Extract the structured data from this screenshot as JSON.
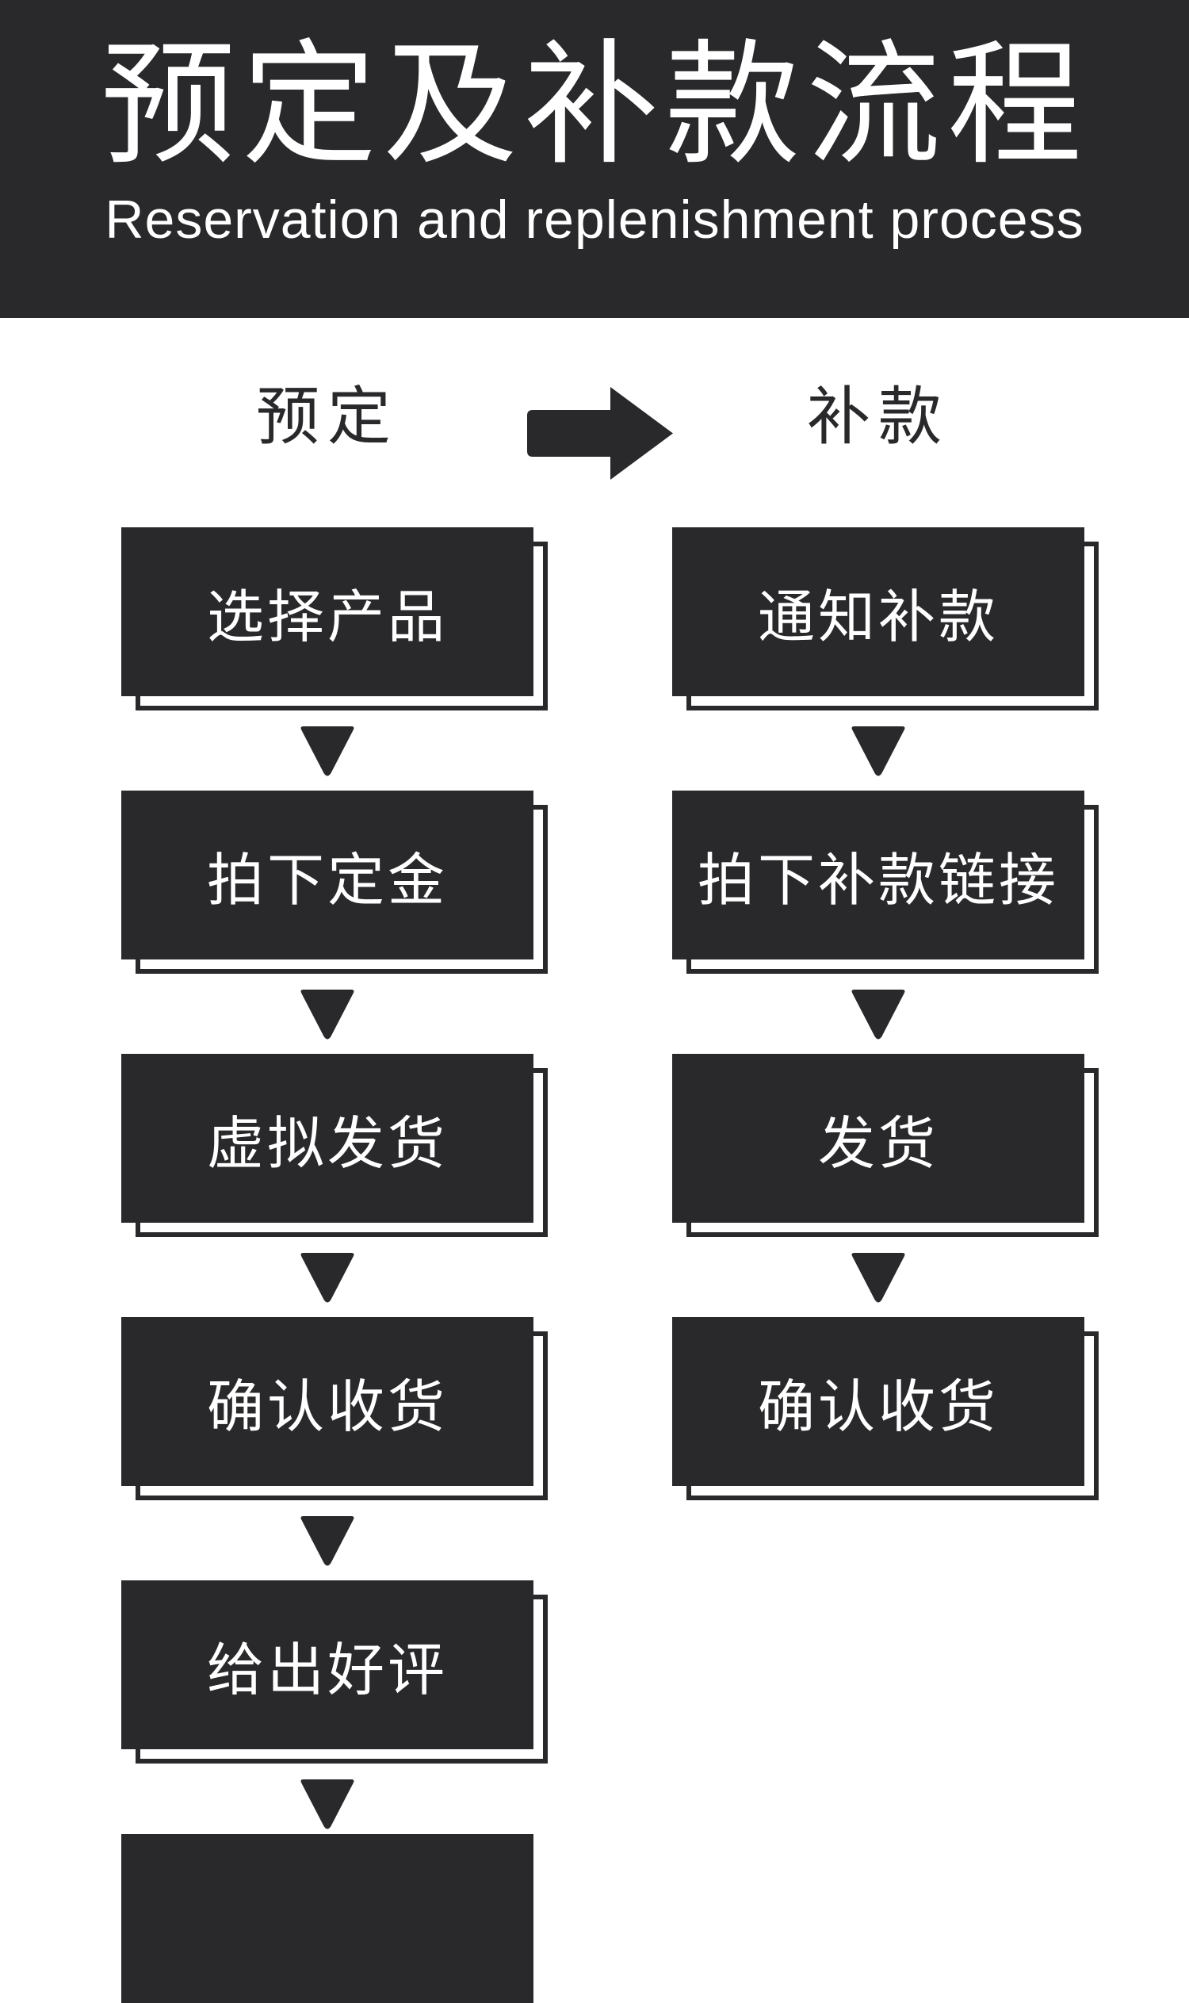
{
  "colors": {
    "ink": "#29292c",
    "paper": "#ffffff",
    "text_on_ink": "#ffffff"
  },
  "header": {
    "title": "预定及补款流程",
    "subtitle": "Reservation and replenishment process"
  },
  "flow": {
    "left_column": {
      "title": "预定",
      "steps": [
        "选择产品",
        "拍下定金",
        "虚拟发货",
        "确认收货",
        "给出好评"
      ],
      "next_box_partially_visible": true
    },
    "right_column": {
      "title": "补款",
      "steps": [
        "通知补款",
        "拍下补款链接",
        "发货",
        "确认收货"
      ],
      "next_box_partially_visible": false
    },
    "icons": {
      "column_connector": "right-arrow-icon",
      "step_connector": "down-arrow-icon"
    }
  }
}
